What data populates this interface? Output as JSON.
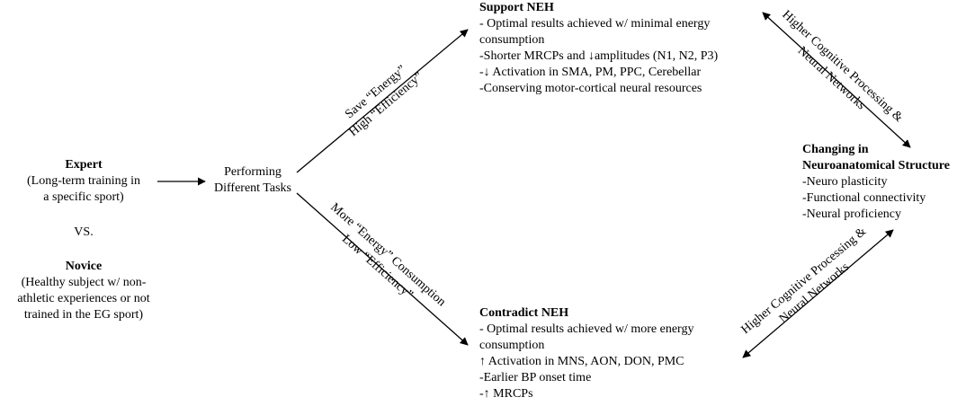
{
  "expert": {
    "title": "Expert",
    "lines": [
      "(Long-term training in",
      "a specific sport)"
    ]
  },
  "vs": "VS.",
  "novice": {
    "title": "Novice",
    "lines": [
      "(Healthy subject w/ non-",
      "athletic experiences or not",
      "trained in the EG sport)"
    ]
  },
  "performing": [
    "Performing",
    "Different Tasks"
  ],
  "support": {
    "title": "Support NEH",
    "lines": [
      "- Optimal results achieved w/ minimal energy",
      "consumption",
      "-Shorter MRCPs and ↓amplitudes (N1, N2, P3)",
      "-↓ Activation in SMA, PM, PPC, Cerebellar",
      "-Conserving motor-cortical neural resources"
    ]
  },
  "contradict": {
    "title": "Contradict NEH",
    "lines": [
      "- Optimal results achieved w/ more energy",
      "consumption",
      "↑ Activation in MNS, AON, DON, PMC",
      "-Earlier BP onset time",
      "-↑ MRCPs"
    ]
  },
  "changing": {
    "title_lines": [
      "Changing in",
      "Neuroanatomical Structure"
    ],
    "lines": [
      "-Neuro plasticity",
      "-Functional connectivity",
      "-Neural proficiency"
    ]
  },
  "labels": {
    "upper_left": [
      "Save “Energy”",
      "High “Efficiency”"
    ],
    "lower_left": [
      "More “Energy” Consumption",
      "Low “Efficiency”"
    ],
    "upper_right": [
      "Higher Cognitive Processing &",
      "Neural Networks"
    ],
    "lower_right": [
      "Higher Cognitive Processing &",
      "Neural Networks"
    ]
  }
}
